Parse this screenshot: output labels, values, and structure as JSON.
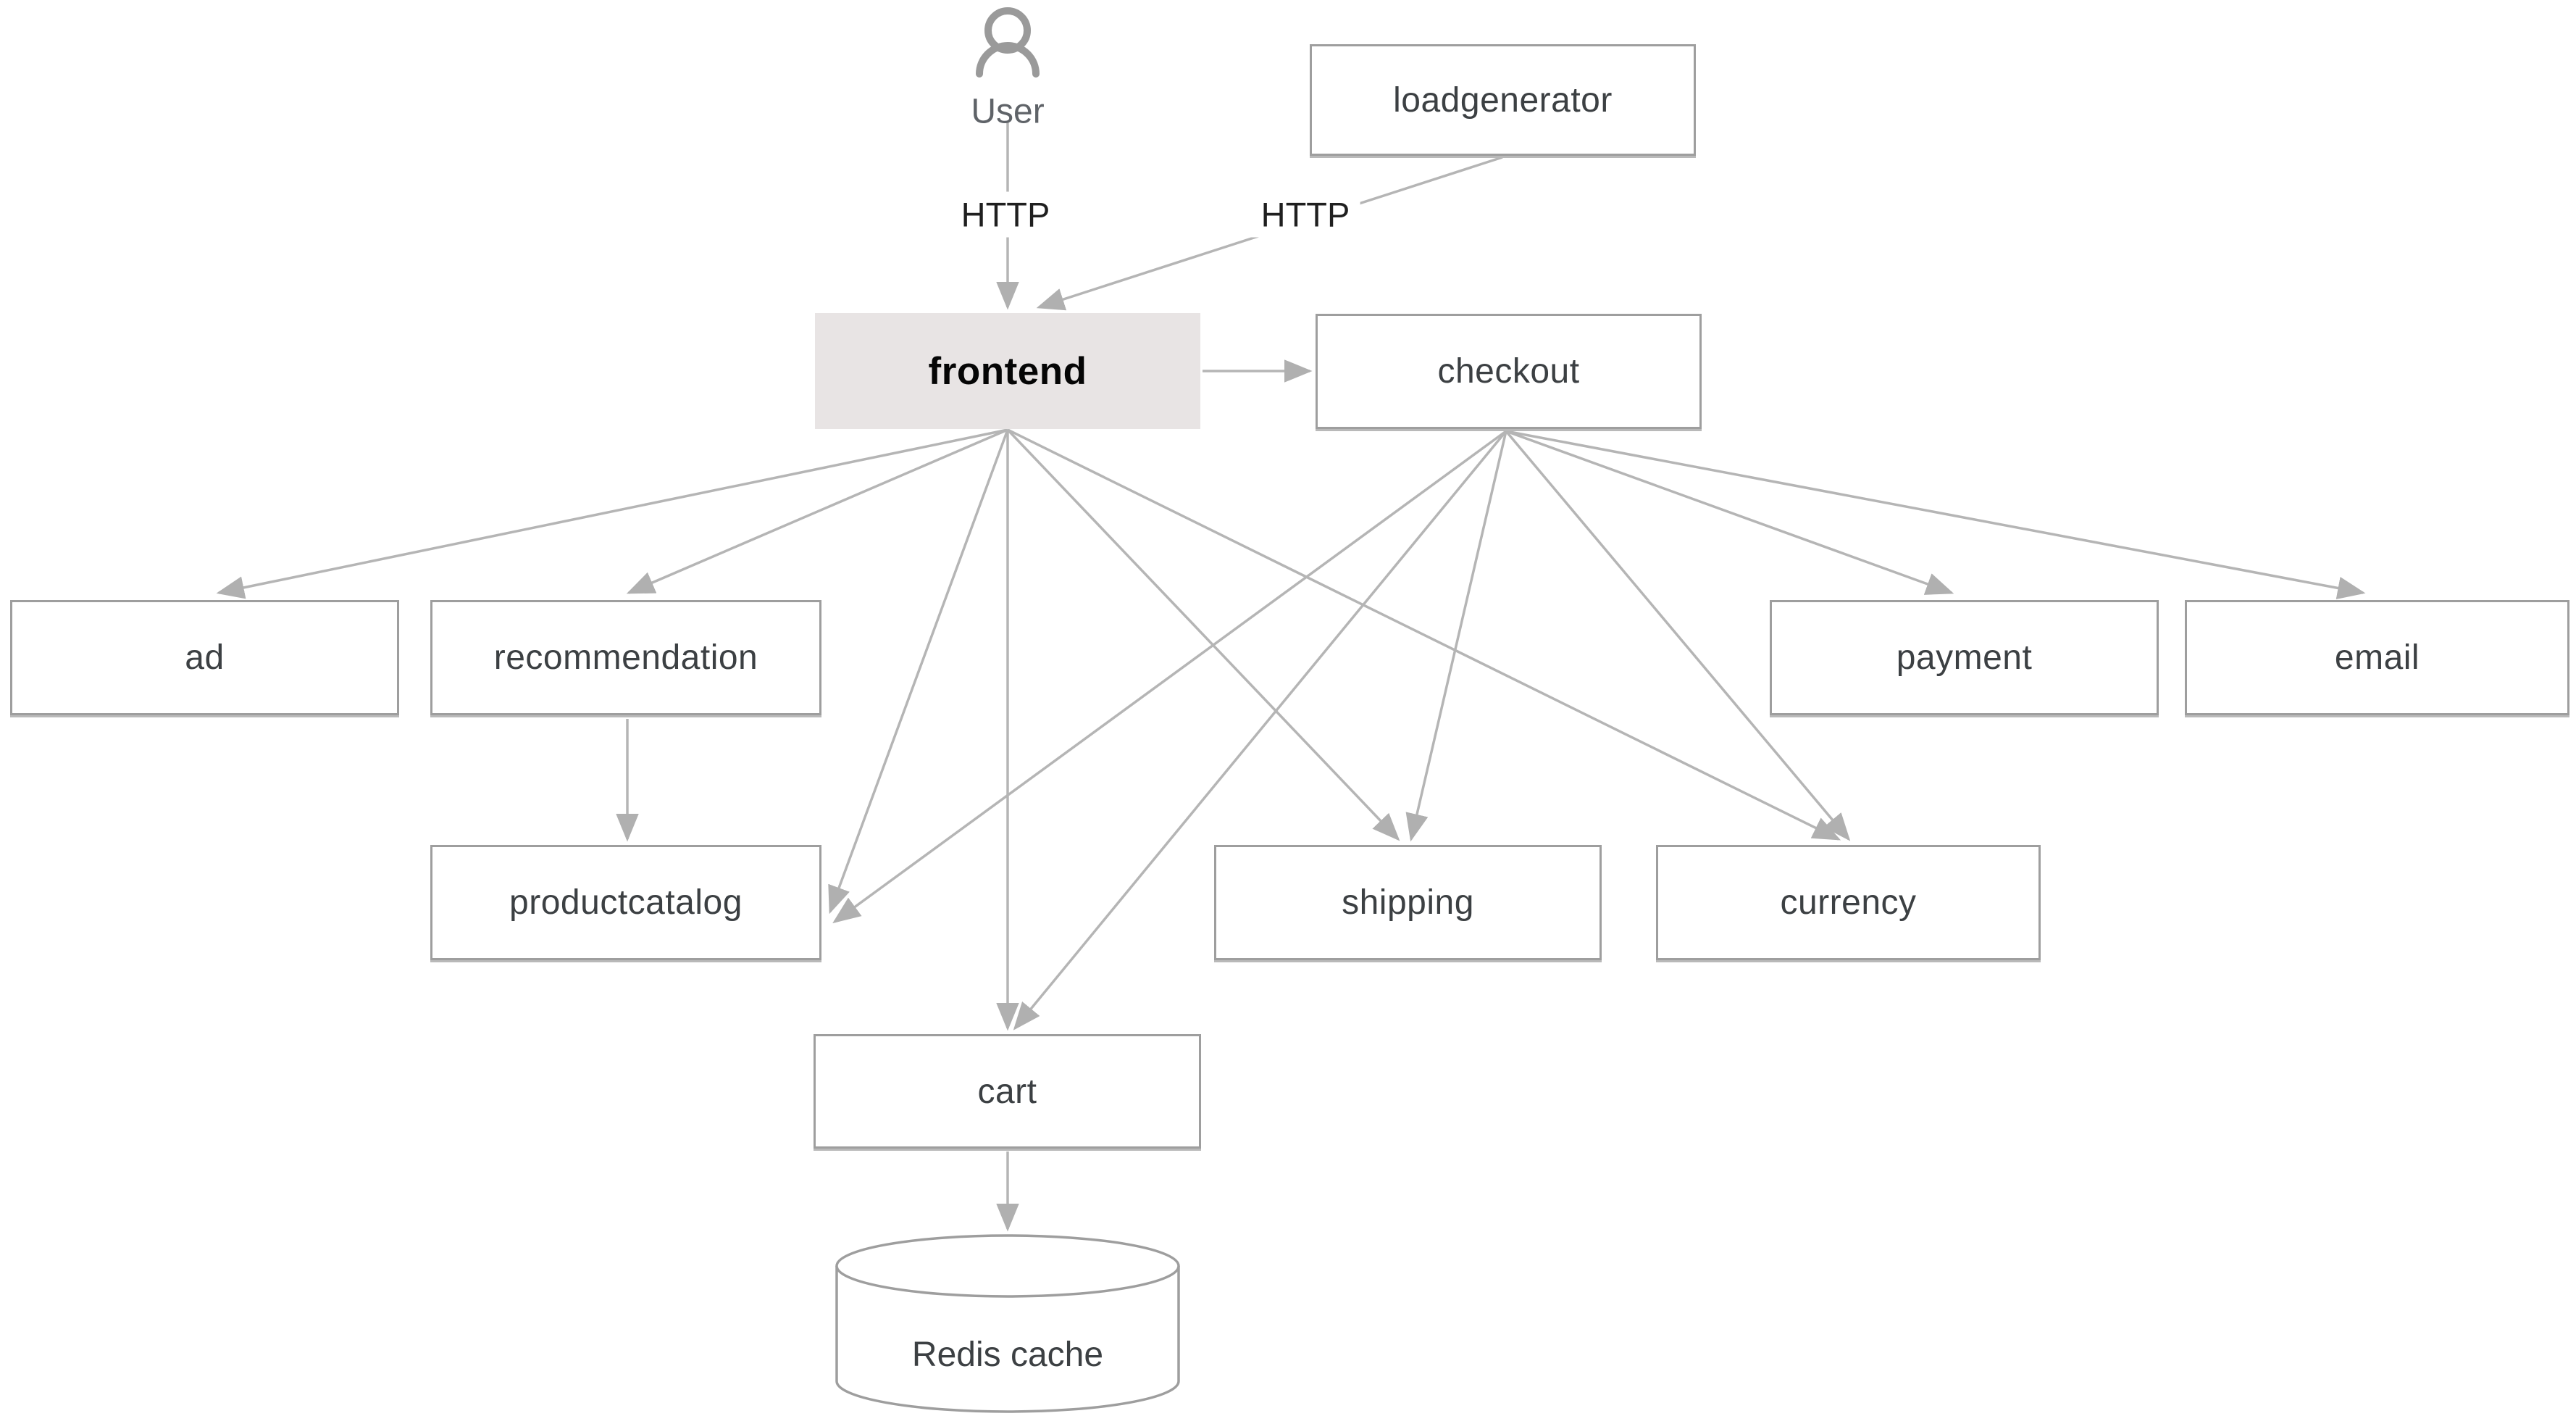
{
  "diagram": {
    "user": {
      "label": "User"
    },
    "edge_labels": {
      "user_to_frontend": "HTTP",
      "loadgenerator_to_frontend": "HTTP"
    },
    "nodes": {
      "loadgenerator": {
        "label": "loadgenerator",
        "shape": "rect"
      },
      "frontend": {
        "label": "frontend",
        "shape": "rect",
        "highlighted": true
      },
      "checkout": {
        "label": "checkout",
        "shape": "rect"
      },
      "ad": {
        "label": "ad",
        "shape": "rect"
      },
      "recommendation": {
        "label": "recommendation",
        "shape": "rect"
      },
      "payment": {
        "label": "payment",
        "shape": "rect"
      },
      "email": {
        "label": "email",
        "shape": "rect"
      },
      "productcatalog": {
        "label": "productcatalog",
        "shape": "rect"
      },
      "shipping": {
        "label": "shipping",
        "shape": "rect"
      },
      "currency": {
        "label": "currency",
        "shape": "rect"
      },
      "cart": {
        "label": "cart",
        "shape": "rect"
      },
      "redis": {
        "label": "Redis cache",
        "shape": "cylinder"
      }
    },
    "edges": [
      {
        "from": "User",
        "to": "frontend",
        "label": "HTTP"
      },
      {
        "from": "loadgenerator",
        "to": "frontend",
        "label": "HTTP"
      },
      {
        "from": "frontend",
        "to": "checkout"
      },
      {
        "from": "frontend",
        "to": "ad"
      },
      {
        "from": "frontend",
        "to": "recommendation"
      },
      {
        "from": "frontend",
        "to": "productcatalog"
      },
      {
        "from": "frontend",
        "to": "cart"
      },
      {
        "from": "frontend",
        "to": "shipping"
      },
      {
        "from": "frontend",
        "to": "currency"
      },
      {
        "from": "checkout",
        "to": "productcatalog"
      },
      {
        "from": "checkout",
        "to": "cart"
      },
      {
        "from": "checkout",
        "to": "shipping"
      },
      {
        "from": "checkout",
        "to": "currency"
      },
      {
        "from": "checkout",
        "to": "payment"
      },
      {
        "from": "checkout",
        "to": "email"
      },
      {
        "from": "recommendation",
        "to": "productcatalog"
      },
      {
        "from": "cart",
        "to": "redis"
      }
    ],
    "colors": {
      "canvas": "#ffffff",
      "edge_line": "#b5b5b5",
      "arrowhead": "#b0b0b0",
      "node_border": "#9e9e9e",
      "node_fill": "#ffffff",
      "frontend_fill": "#e8e4e4",
      "node_text": "#3c4043",
      "frontend_text": "#050505",
      "user_text": "#5f6368",
      "http_text": "#1f1f1f",
      "user_icon": "#9a9a9a"
    }
  }
}
